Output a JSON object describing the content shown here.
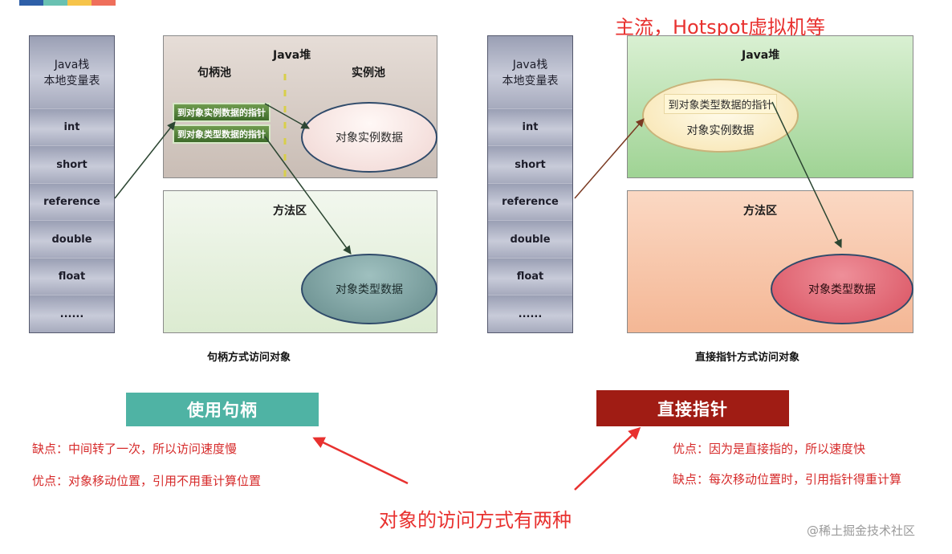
{
  "top_title": "主流，Hotspot虚拟机等",
  "left": {
    "stack": {
      "header_line1": "Java栈",
      "header_line2": "本地变量表",
      "cells": [
        "int",
        "short",
        "reference",
        "double",
        "float",
        "......"
      ]
    },
    "heap_label": "Java堆",
    "handle_pool_label": "句柄池",
    "instance_pool_label": "实例池",
    "pointer_instance": "到对象实例数据的指针",
    "pointer_type": "到对象类型数据的指针",
    "instance_data": "对象实例数据",
    "method_area_label": "方法区",
    "type_data": "对象类型数据",
    "caption": "句柄方式访问对象",
    "banner": "使用句柄",
    "con": "缺点：中间转了一次，所以访问速度慢",
    "pro": "优点：对象移动位置，引用不用重计算位置"
  },
  "right": {
    "stack": {
      "header_line1": "Java栈",
      "header_line2": "本地变量表",
      "cells": [
        "int",
        "short",
        "reference",
        "double",
        "float",
        "......"
      ]
    },
    "heap_label": "Java堆",
    "pointer_type": "到对象类型数据的指针",
    "instance_data": "对象实例数据",
    "method_area_label": "方法区",
    "type_data": "对象类型数据",
    "caption": "直接指针方式访问对象",
    "banner": "直接指针",
    "pro": "优点：因为是直接指的，所以速度快",
    "con": "缺点：每次移动位置时，引用指针得重计算"
  },
  "bottom_title": "对象的访问方式有两种",
  "watermark": "@稀土掘金技术社区",
  "colors": {
    "accent_red": "#e8312f",
    "banner_teal": "#4fb3a4",
    "banner_dark_red": "#a01c14",
    "heap_left": "#c9bdb5",
    "heap_right": "#a9d89f",
    "method_left": "#e3efd9",
    "method_right": "#f8c4a4",
    "ellipse_type_left": "#7fa4a3",
    "ellipse_type_right": "#e06b78"
  }
}
